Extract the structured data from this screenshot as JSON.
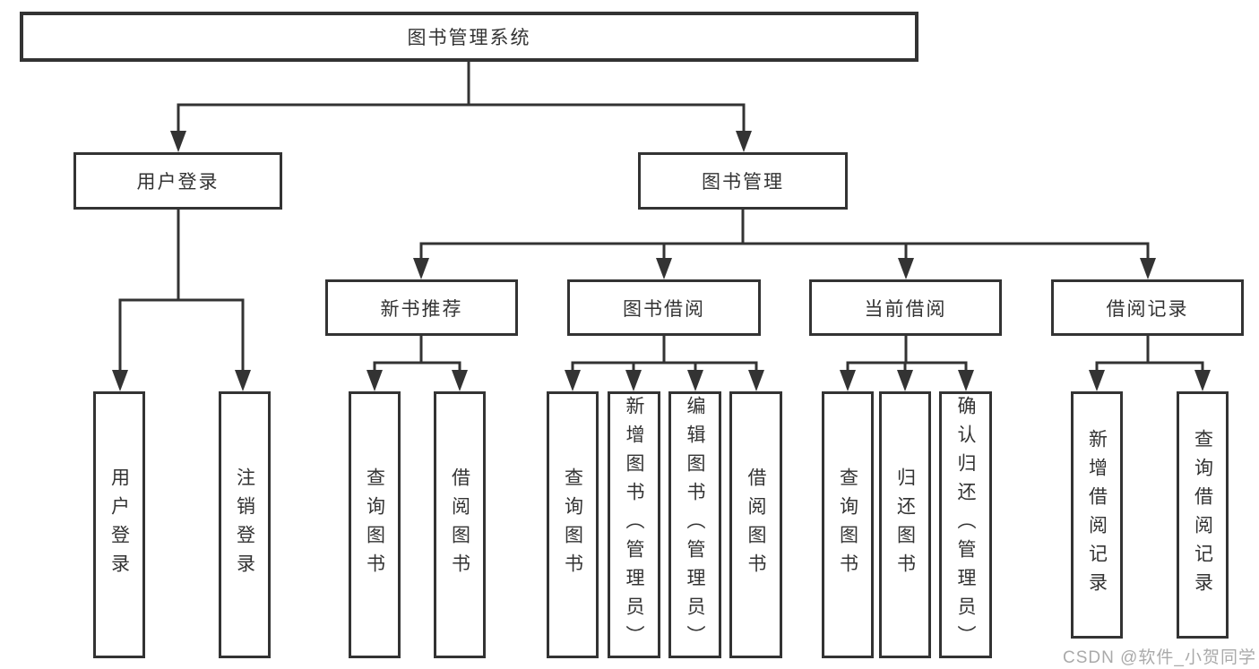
{
  "title": "图书管理系统",
  "level2": {
    "user_login": "用户登录",
    "book_mgmt": "图书管理"
  },
  "level3": {
    "new_books": "新书推荐",
    "borrow": "图书借阅",
    "current": "当前借阅",
    "records": "借阅记录"
  },
  "leaves": {
    "user": [
      "用户登录",
      "注销登录"
    ],
    "new_books": [
      "查询图书",
      "借阅图书"
    ],
    "borrow": [
      "查询图书",
      "新增图书（管理员）",
      "编辑图书（管理员）",
      "借阅图书"
    ],
    "current": [
      "查询图书",
      "归还图书",
      "确认归还（管理员）"
    ],
    "records": [
      "新增借阅记录",
      "查询借阅记录"
    ]
  },
  "watermark": "CSDN @软件_小贺同学",
  "colors": {
    "line": "#333333",
    "text": "#333333",
    "box_background": "#ffffff",
    "watermark": "#aaaaaa",
    "background": "#ffffff"
  }
}
